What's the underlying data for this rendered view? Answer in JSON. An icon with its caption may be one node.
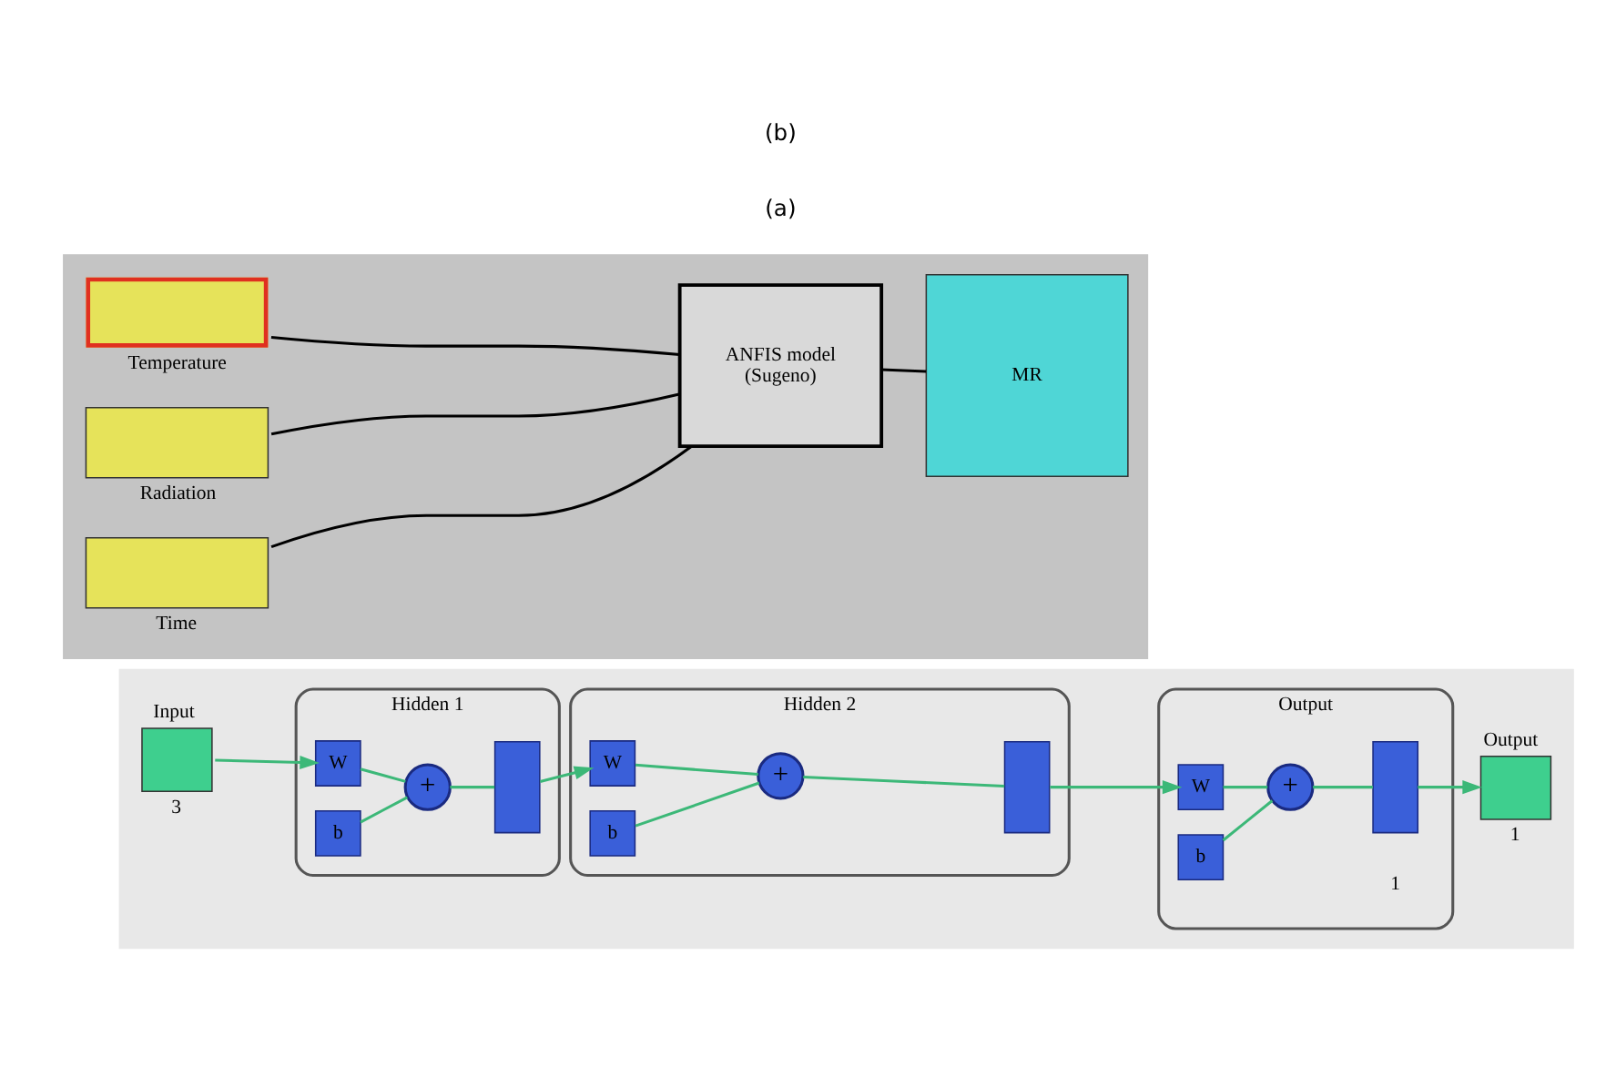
{
  "diagram": {
    "nodes": [
      {
        "text": [],
        "shape": "box"
      },
      {
        "text": [
          "Input"
        ],
        "beside": [
          "3"
        ],
        "in": 0
      },
      {
        "text": [
          "Hidden 1"
        ],
        "in": 0
      },
      {
        "text": [
          "W"
        ],
        "in": 2
      },
      {
        "text": [
          "b"
        ],
        "in": 2
      },
      {
        "text": [
          "+"
        ],
        "in": 2
      },
      {
        "text": [],
        "shape": "box",
        "in": 2
      },
      {
        "text": [
          "Hidden 2"
        ],
        "in": 0
      },
      {
        "text": [
          "W"
        ],
        "in": 7
      },
      {
        "text": [
          "b"
        ],
        "in": 7
      },
      {
        "text": [
          "+"
        ],
        "in": 7
      },
      {
        "text": [],
        "shape": "box",
        "in": 7
      },
      {
        "text": [
          "Output"
        ],
        "beside": [
          "1"
        ],
        "in": 0
      },
      {
        "text": [
          "W"
        ],
        "in": 12
      },
      {
        "text": [
          "b"
        ],
        "in": 12
      },
      {
        "text": [
          "+"
        ],
        "in": 12
      },
      {
        "text": [],
        "shape": "box",
        "in": 12
      },
      {
        "text": [
          "Output"
        ],
        "beside": [
          "1"
        ],
        "in": 0
      },
      {
        "text": [],
        "shape": "box"
      },
      {
        "text": [
          "Temperature"
        ],
        "in": 18
      },
      {
        "text": [
          "Radiation"
        ],
        "in": 18
      },
      {
        "text": [
          "Time"
        ],
        "in": 18
      },
      {
        "text": [
          "ANFIS model",
          "(Sugeno)"
        ],
        "in": 18
      },
      {
        "text": [
          "MR"
        ],
        "in": 18
      }
    ],
    "edges": [
      {
        "from": 1,
        "to": 3,
        "arrow": "to"
      },
      {
        "from": 3,
        "to": 5,
        "arrow": "none"
      },
      {
        "from": 4,
        "to": 5,
        "arrow": "none"
      },
      {
        "from": 5,
        "to": 6,
        "arrow": "none"
      },
      {
        "from": 6,
        "to": 8,
        "arrow": "to"
      },
      {
        "from": 8,
        "to": 10,
        "arrow": "none"
      },
      {
        "from": 9,
        "to": 10,
        "arrow": "none"
      },
      {
        "from": 10,
        "to": 11,
        "arrow": "none"
      },
      {
        "from": 11,
        "to": 13,
        "arrow": "to"
      },
      {
        "from": 13,
        "to": 15,
        "arrow": "none"
      },
      {
        "from": 14,
        "to": 15,
        "arrow": "none"
      },
      {
        "from": 15,
        "to": 16,
        "arrow": "none"
      },
      {
        "from": 16,
        "to": 17,
        "arrow": "to"
      },
      {
        "from": 19,
        "to": 22,
        "arrow": "none",
        "color": "#000000"
      },
      {
        "from": 20,
        "to": 22,
        "arrow": "none",
        "color": "#000000"
      },
      {
        "from": 21,
        "to": 22,
        "arrow": "none",
        "color": "#000000"
      },
      {
        "from": 22,
        "to": 23,
        "arrow": "none",
        "color": "#000000"
      }
    ],
    "labels": [
      "(a)",
      "(b)"
    ]
  }
}
